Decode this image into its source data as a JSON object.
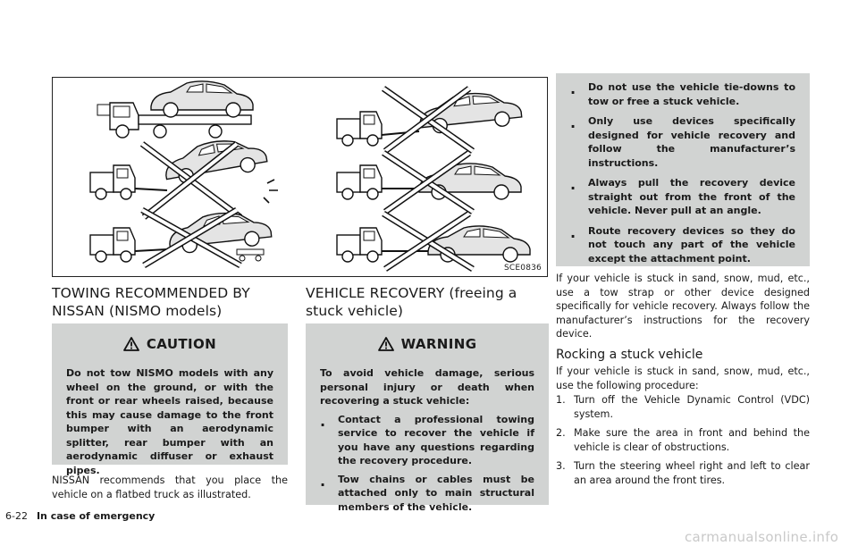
{
  "figure": {
    "code": "SCE0836"
  },
  "left": {
    "heading": "TOWING RECOMMENDED BY NISSAN (NISMO models)",
    "caution_title": "CAUTION",
    "caution_text": "Do not tow NISMO models with any wheel on the ground, or with the front or rear wheels raised, because this may cause damage to the front bumper with an aerodynamic splitter, rear bumper with an aerodynamic diffuser or exhaust pipes.",
    "body": "NISSAN recommends that you place the vehicle on a flatbed truck as illustrated."
  },
  "middle": {
    "heading": "VEHICLE RECOVERY (freeing a stuck vehicle)",
    "warning_title": "WARNING",
    "warning_intro": "To avoid vehicle damage, serious personal injury or death when recovering a stuck vehicle:",
    "bullets": [
      "Contact a professional towing service to recover the vehicle if you have any questions regarding the recovery procedure.",
      "Tow chains or cables must be attached only to main structural members of the vehicle."
    ]
  },
  "right": {
    "bullets": [
      "Do not use the vehicle tie-downs to tow or free a stuck vehicle.",
      "Only use devices specifically designed for vehicle recovery and follow the manufacturer’s instructions.",
      "Always pull the recovery device straight out from the front of the vehicle. Never pull at an angle.",
      "Route recovery devices so they do not touch any part of the vehicle except the attachment point."
    ],
    "para1": "If your vehicle is stuck in sand, snow, mud, etc., use a tow strap or other device designed specifically for vehicle recovery. Always follow the manufacturer’s instructions for the recovery device.",
    "subheading": "Rocking a stuck vehicle",
    "para2": "If your vehicle is stuck in sand, snow, mud, etc., use the following procedure:",
    "steps": [
      {
        "num": "1.",
        "text": "Turn off the Vehicle Dynamic Control (VDC) system."
      },
      {
        "num": "2.",
        "text": "Make sure the area in front and behind the vehicle is clear of obstructions."
      },
      {
        "num": "3.",
        "text": "Turn the steering wheel right and left to clear an area around the front tires."
      }
    ]
  },
  "footer": {
    "page": "6-22",
    "section": "In case of emergency"
  },
  "watermark": "carmanualsonline.info"
}
